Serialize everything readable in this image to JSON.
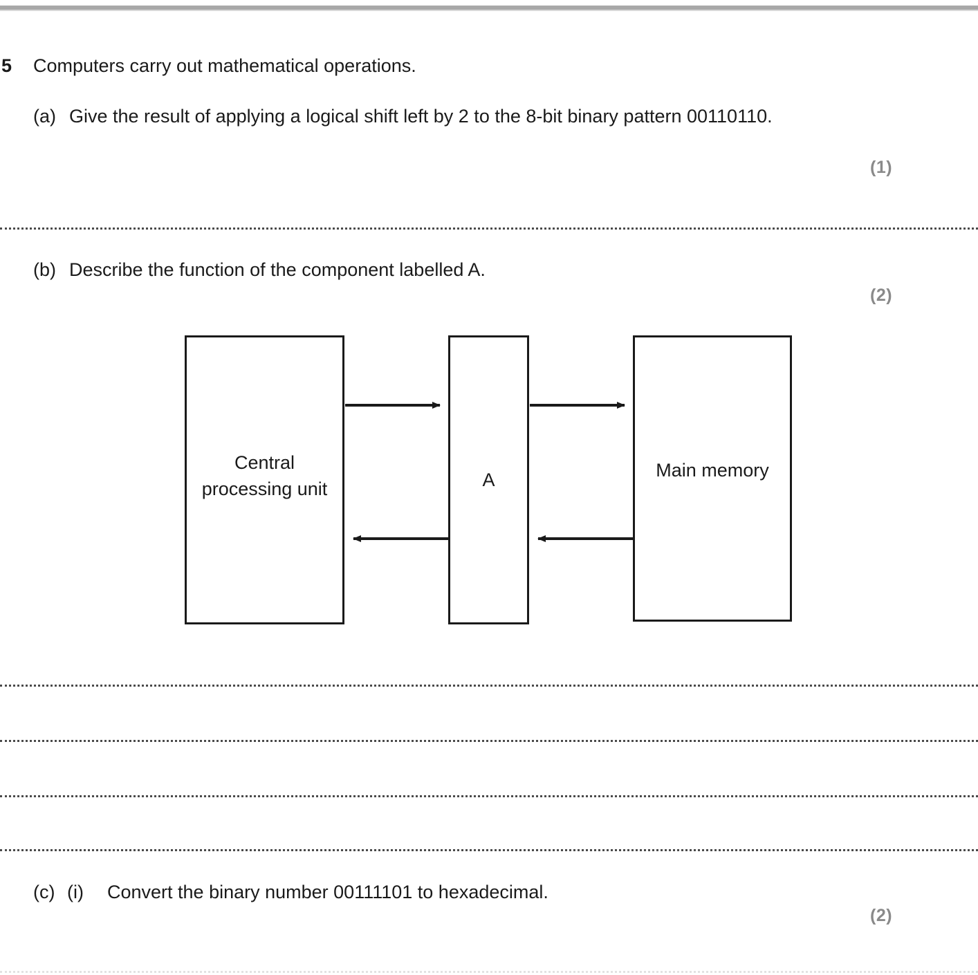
{
  "question": {
    "number": "5",
    "stem": "Computers carry out mathematical operations."
  },
  "parts": {
    "a": {
      "label": "(a)",
      "text": "Give the result of applying a logical shift left by 2 to the 8-bit binary pattern 00110110.",
      "marks": "(1)"
    },
    "b": {
      "label": "(b)",
      "text": "Describe the function of the component labelled A.",
      "marks": "(2)"
    },
    "c": {
      "label": "(c)",
      "roman": "(i)",
      "text": "Convert the binary number 00111101 to hexadecimal.",
      "marks": "(2)"
    }
  },
  "diagram": {
    "boxes": {
      "cpu": "Central processing unit",
      "component_a": "A",
      "memory": "Main memory"
    }
  },
  "colors": {
    "text": "#1a1a1a",
    "marks": "#8a8a8a",
    "rule": "#4a4a4a",
    "top_bar": "#a8a8a8"
  }
}
